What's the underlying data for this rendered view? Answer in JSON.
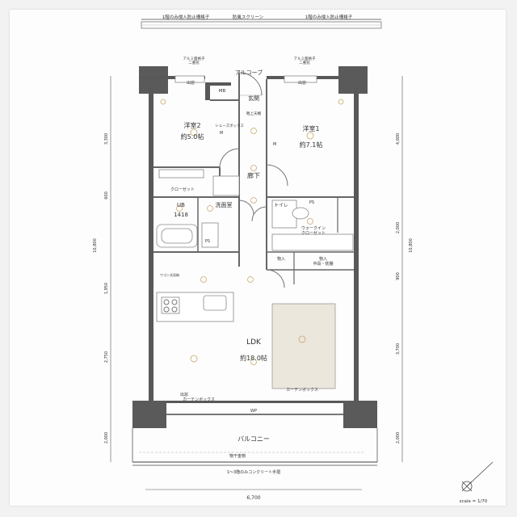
{
  "top_band": {
    "left": "1階のみ侵入防止柵格子",
    "center": "防風スクリーン",
    "right": "1階のみ侵入防止柵格子"
  },
  "labels": {
    "alcove": "アルコーブ",
    "aluminum_grille_left": "アルミ面格子\n二重窓",
    "aluminum_grille_right": "アルミ面格子\n二重窓",
    "bay_left": "出窓",
    "bay_right": "出窓",
    "mb": "MB",
    "genkan": "玄関",
    "shoe": "シューズボックス",
    "step": "靴上天棚",
    "room2_name": "洋室2",
    "room2_size": "約5.0帖",
    "room1_name": "洋室1",
    "room1_size": "約7.1帖",
    "hall": "廊下",
    "closet": "クローゼット",
    "senmen": "洗面室",
    "ub_name": "UB",
    "ub_size": "1418",
    "toilet": "トイレ",
    "walkin": "ウォークイン\nクローゼット",
    "storage1": "物入",
    "storage2": "物入\n中段・枕棚",
    "pantry": "ワゴン式収納",
    "ldk_name": "LDK",
    "ldk_size": "約18.0帖",
    "curtain_right": "カーテンボックス",
    "curtain_left": "カーテンボックス",
    "bay_bottom": "出窓",
    "wp": "WP",
    "balcony": "バルコニー",
    "hanger": "物干金物",
    "handrail": "1〜3階のみコンクリート手摺",
    "ps_right": "PS",
    "ps_left": "PS",
    "m1": "M",
    "m2": "M"
  },
  "dims_left": [
    "3,300",
    "600",
    "10,800",
    "1,950",
    "2,750",
    "2,000"
  ],
  "dims_right": [
    "4,000",
    "2,000",
    "10,800",
    "900",
    "3,700",
    "2,000"
  ],
  "dim_bottom": "6,700",
  "scale": "scale = 1/70"
}
